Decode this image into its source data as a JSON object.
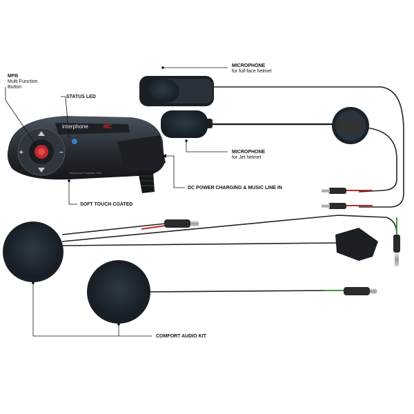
{
  "device": {
    "brand": "interphone",
    "model": "MC",
    "strip_text": "Interphone Protection Skin"
  },
  "labels": {
    "mfb_1": "MFB",
    "mfb_2": "Multi Function",
    "mfb_3": "Button",
    "status_led": "STATUS LED",
    "mic_full_1": "MICROPHONE",
    "mic_full_2": "for full-face helmet",
    "mic_jet_1": "MICROPHONE",
    "mic_jet_2": "for Jet helmet",
    "dc_power": "DC POWER CHARGING & MUSIC LINE IN",
    "soft_touch": "SOFT TOUCH COATED",
    "audio_kit": "COMFORT AUDIO KIT"
  },
  "colors": {
    "device_body": "#2a2f36",
    "accent_red": "#c0282d",
    "accent_green": "#3a9a3a",
    "cable": "#222222",
    "foam": "#1f2a33"
  }
}
